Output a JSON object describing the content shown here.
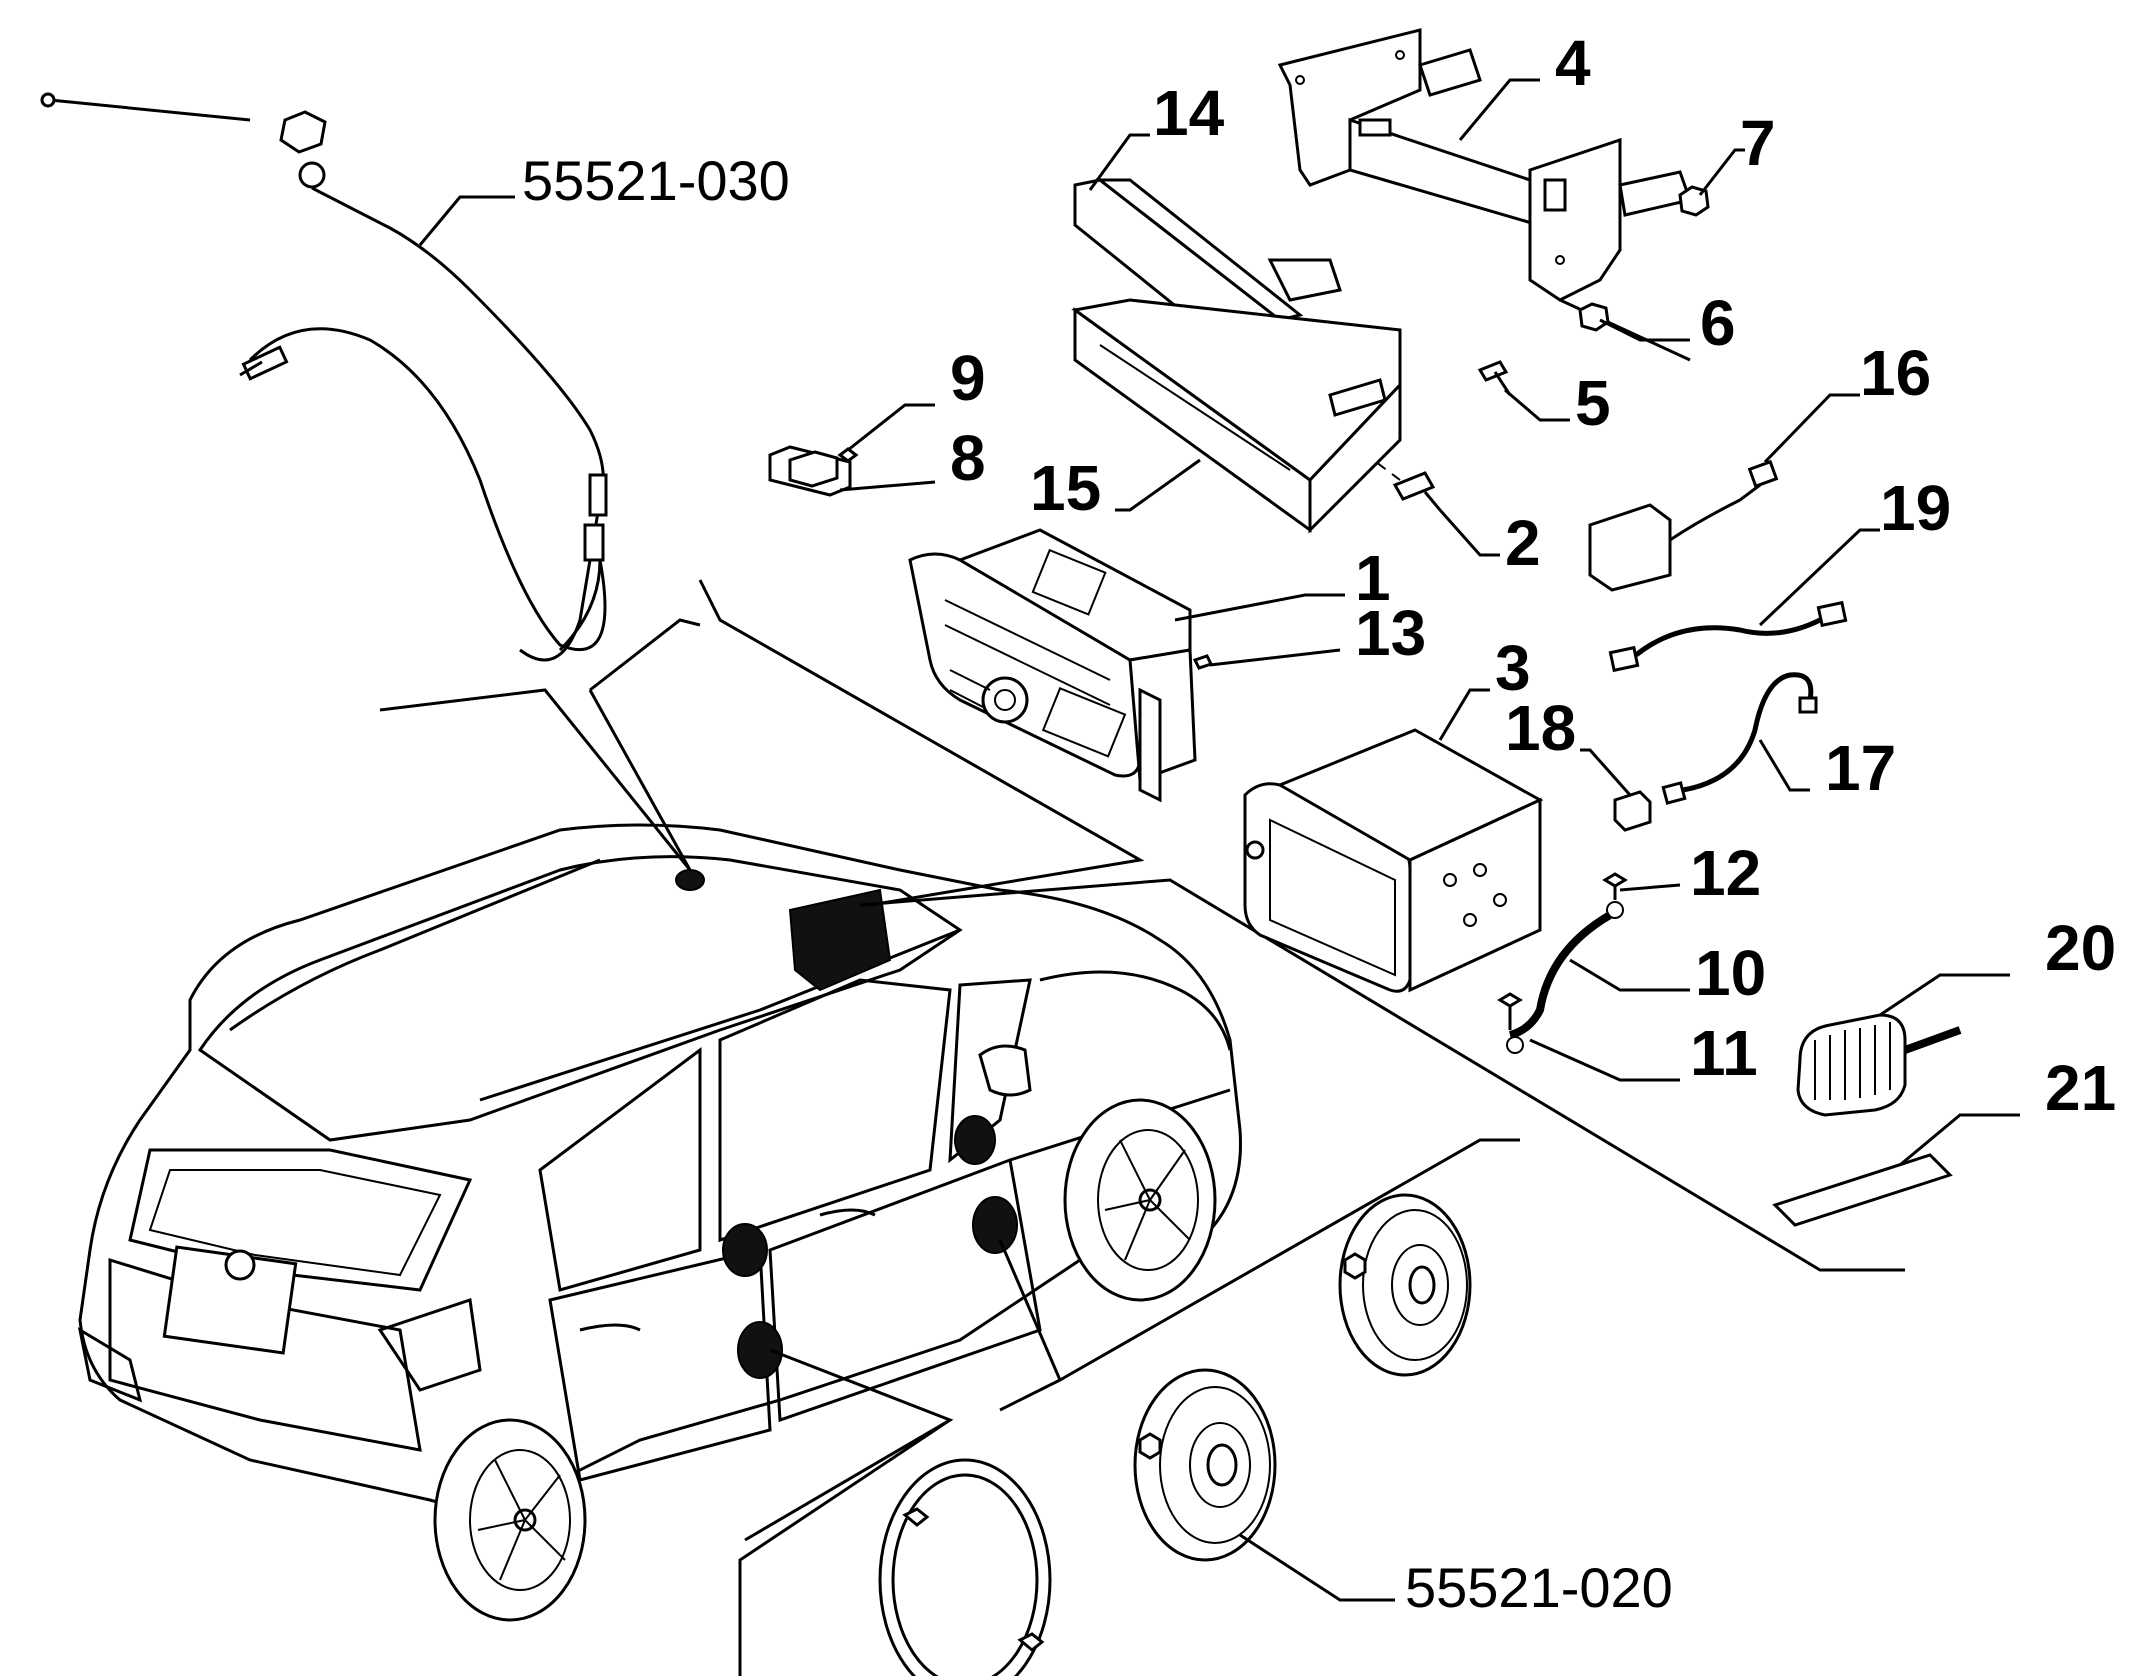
{
  "labels": {
    "l1": "1",
    "l2": "2",
    "l3": "3",
    "l4": "4",
    "l5": "5",
    "l6": "6",
    "l7": "7",
    "l8": "8",
    "l9": "9",
    "l10": "10",
    "l11": "11",
    "l12": "12",
    "l13": "13",
    "l14": "14",
    "l15": "15",
    "l16": "16",
    "l17": "17",
    "l18": "18",
    "l19": "19",
    "l20": "20",
    "l21": "21"
  },
  "references": {
    "antenna": "55521-030",
    "speakers": "55521-020"
  }
}
